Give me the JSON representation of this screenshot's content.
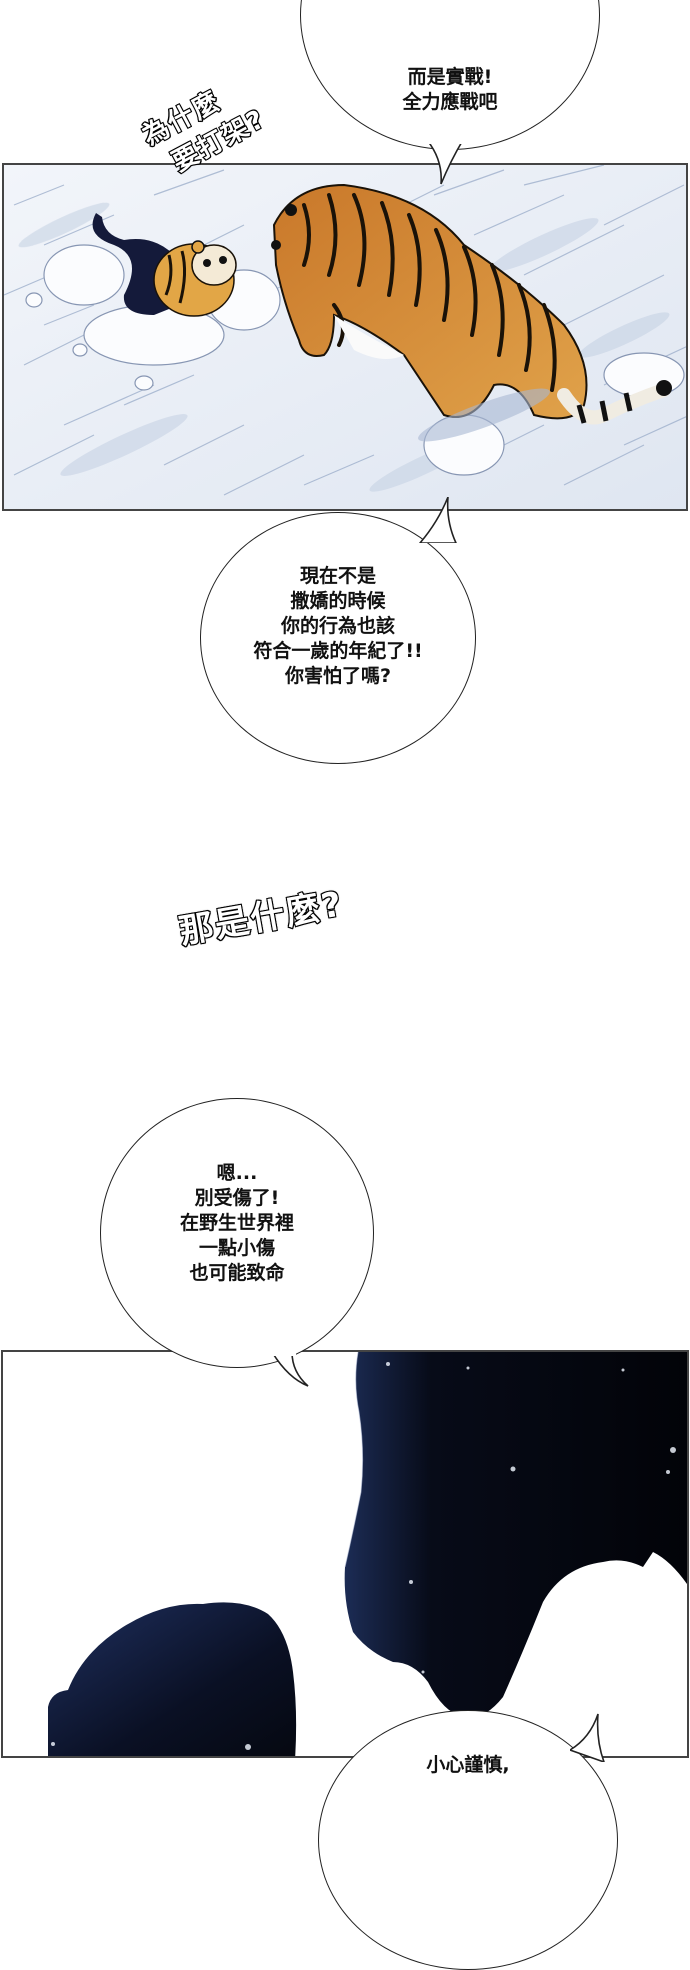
{
  "comic": {
    "bubbles": [
      {
        "id": "bubble-top",
        "lines_visible": [
          "而是實戰!",
          "全力應戰吧"
        ],
        "text": "而是實戰!\n全力應戰吧"
      },
      {
        "id": "bubble-scolding",
        "text": "現在不是\n撒嬌的時候\n你的行為也該\n符合一歲的年紀了!!\n你害怕了嗎?"
      },
      {
        "id": "bubble-warning",
        "text": "嗯...\n別受傷了!\n在野生世界裡\n一點小傷\n也可能致命"
      },
      {
        "id": "bubble-bottom",
        "text": "小心謹慎,"
      }
    ],
    "sfx": [
      {
        "id": "sfx-why-fight",
        "line1": "為什麼",
        "line2": "要打架?"
      },
      {
        "id": "sfx-what-is-that",
        "text": "那是什麼?"
      }
    ],
    "panels": [
      {
        "id": "panel-snow",
        "description": "Adult tiger facing a small cub in deep snow"
      },
      {
        "id": "panel-dark",
        "description": "Dark silhouettes of adult tiger head and cub head"
      }
    ],
    "colors": {
      "snow": "#eef2f8",
      "snow_shadow": "#b9c6dc",
      "tiger_orange": "#d08a2a",
      "tiger_stripe": "#1a1208",
      "silhouette": "#050810",
      "silhouette_edge": "#1c2c55",
      "border": "#444444"
    }
  }
}
